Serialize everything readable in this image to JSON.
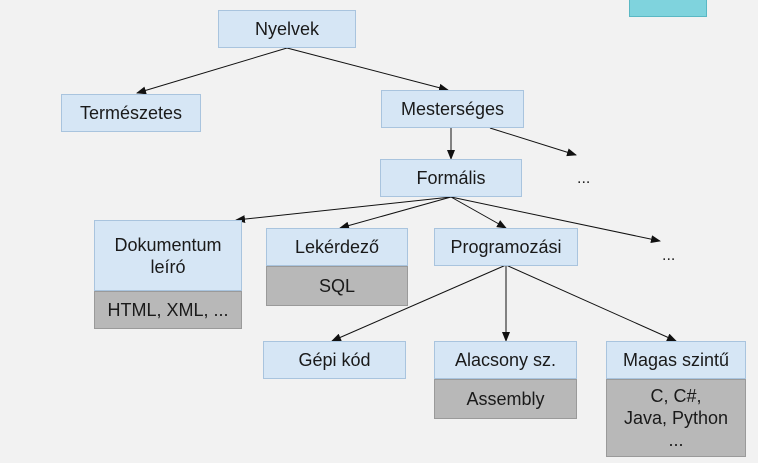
{
  "nodes": {
    "nyelvek": "Nyelvek",
    "termeszetes": "Természetes",
    "mesterseges": "Mesterséges",
    "formalis": "Formális",
    "dokumentum": "Dokumentum leíró",
    "dokumentum_examples": "HTML, XML, ...",
    "lekerdezo": "Lekérdező",
    "lekerdezo_examples": "SQL",
    "programozasi": "Programozási",
    "gepi": "Gépi kód",
    "alacsony": "Alacsony sz.",
    "alacsony_examples": "Assembly",
    "magas": "Magas szintű",
    "magas_examples_1": "C, C#,",
    "magas_examples_2": "Java, Python",
    "magas_examples_3": "..."
  },
  "ellipses": {
    "mesterseges_more": "...",
    "formalis_more": "..."
  },
  "colors": {
    "background": "#f2f2f2",
    "node_fill": "#d6e6f5",
    "example_fill": "#b8b8b8",
    "accent": "#7fd3dd"
  }
}
